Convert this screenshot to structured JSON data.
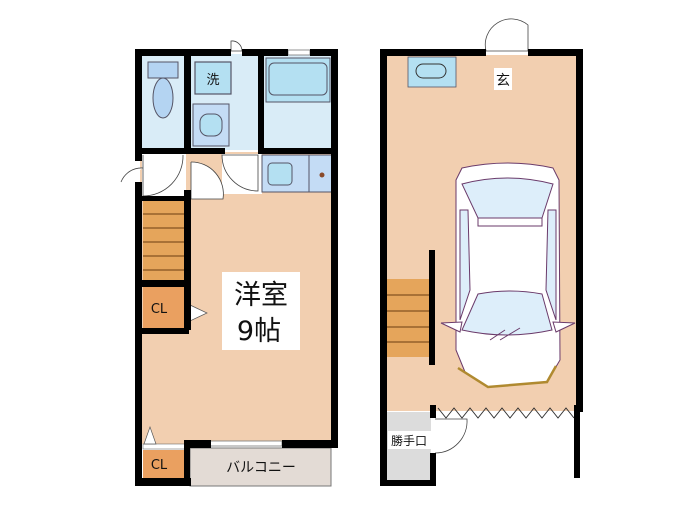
{
  "floor_left": {
    "room_label_line1": "洋室",
    "room_label_line2": "9帖",
    "washer_label": "洗",
    "closet_upper_label": "CL",
    "closet_lower_label": "CL",
    "balcony_label": "バルコニー"
  },
  "floor_right": {
    "entrance_label": "玄",
    "side_door_label": "勝手口"
  },
  "colors": {
    "wall": "#000000",
    "floor_room": "#f2cfb0",
    "wet_area": "#d9ecf7",
    "fixture": "#b4e0f2",
    "stairs": "#e5a55b",
    "closet": "#eaa060",
    "balcony": "#e3dbd5",
    "side_entry": "#dcdcdc"
  }
}
